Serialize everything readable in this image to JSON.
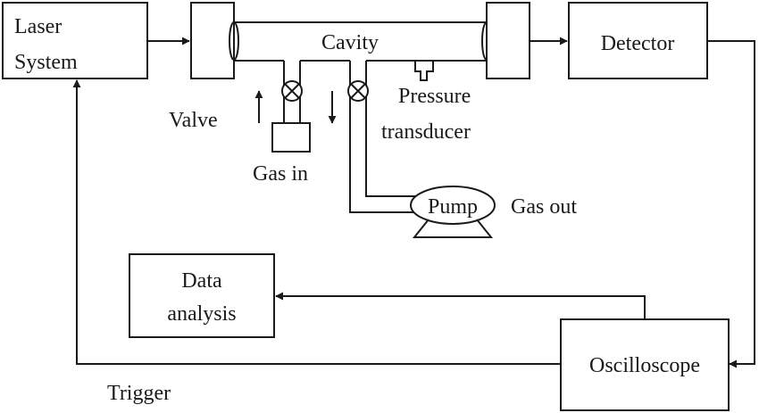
{
  "nodes": {
    "laser_line1": "Laser",
    "laser_line2": "System",
    "cavity": "Cavity",
    "detector": "Detector",
    "pressure_line1": "Pressure",
    "pressure_line2": "transducer",
    "valve": "Valve",
    "gas_in": "Gas in",
    "pump": "Pump",
    "gas_out": "Gas out",
    "data_line1": "Data",
    "data_line2": "analysis",
    "oscilloscope": "Oscilloscope",
    "trigger": "Trigger"
  },
  "colors": {
    "ink": "#1a1a1a",
    "background": "#ffffff"
  }
}
